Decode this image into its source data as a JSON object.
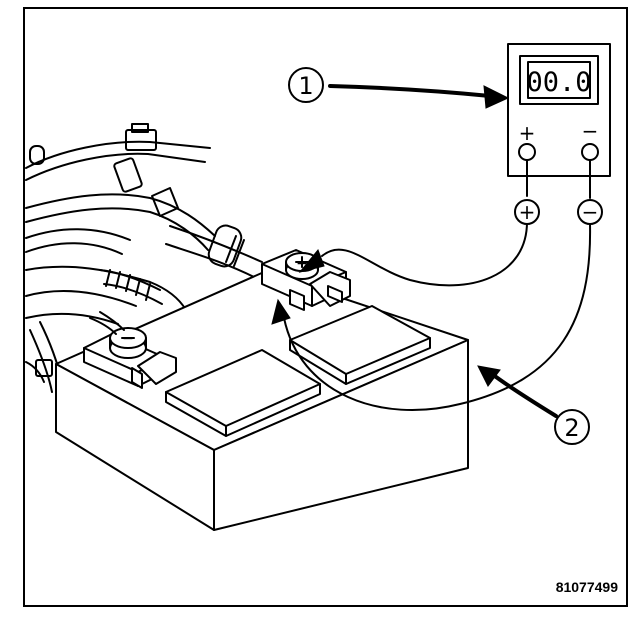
{
  "callouts": [
    {
      "number": "1",
      "target": "multimeter"
    },
    {
      "number": "2",
      "target": "test-leads"
    }
  ],
  "meter": {
    "display": "00.0",
    "positive_symbol": "+",
    "negative_symbol": "−"
  },
  "terminals": {
    "positive_mark": "+",
    "negative_mark": "−"
  },
  "figure_id": "81077499",
  "colors": {
    "ink": "#000000",
    "paper": "#ffffff"
  }
}
